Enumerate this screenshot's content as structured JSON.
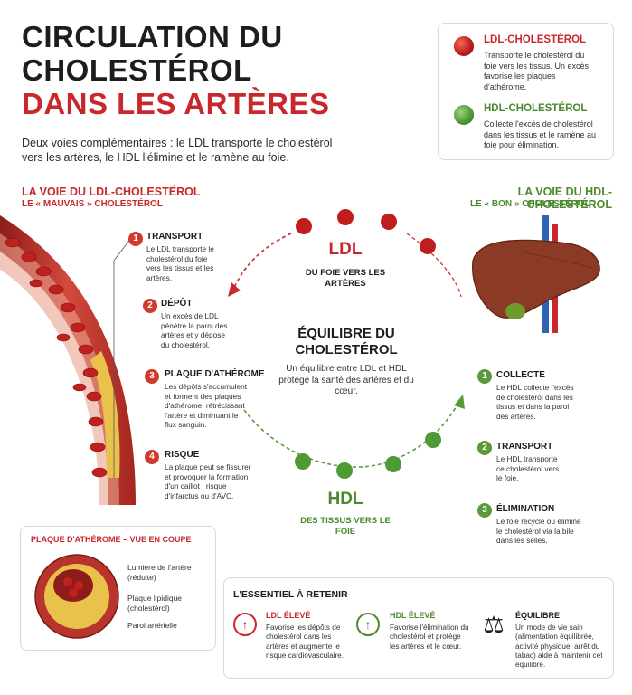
{
  "header": {
    "title_line1": "CIRCULATION DU",
    "title_line2": "CHOLESTÉROL",
    "title_line3": "DANS LES ARTÈRES",
    "subtitle": "Deux voies complémentaires : le LDL transporte le cholestérol vers les artères, le HDL l'élimine et le ramène au foie."
  },
  "legend": {
    "ldl_title": "LDL-CHOLESTÉROL",
    "ldl_text": "Transporte le cholestérol du foie vers les tissus. Un excès favorise les plaques d'athérome.",
    "hdl_title": "HDL-CHOLESTÉROL",
    "hdl_text": "Collecte l'excès de cholestérol dans les tissus et le ramène au foie pour élimination."
  },
  "ldl_path": {
    "title": "LA VOIE DU LDL-CHOLESTÉROL",
    "subtitle": "LE « MAUVAIS » CHOLESTÉROL",
    "steps": [
      {
        "num": "1",
        "title": "TRANSPORT",
        "text": "Le LDL transporte le cholestérol du foie vers les tissus et les artères."
      },
      {
        "num": "2",
        "title": "DÉPÔT",
        "text": "Un excès de LDL pénètre la paroi des artères et y dépose du cholestérol."
      },
      {
        "num": "3",
        "title": "PLAQUE D'ATHÉROME",
        "text": "Les dépôts s'accumulent et forment des plaques d'athérome, rétrécissant l'artère et diminuant le flux sanguin."
      },
      {
        "num": "4",
        "title": "RISQUE",
        "text": "La plaque peut se fissurer et provoquer la formation d'un caillot : risque d'infarctus ou d'AVC."
      }
    ]
  },
  "hdl_path": {
    "title": "LA VOIE DU HDL-CHOLESTÉROL",
    "subtitle": "LE « BON » CHOLESTÉROL",
    "steps": [
      {
        "num": "1",
        "title": "COLLECTE",
        "text": "Le HDL collecte l'excès de cholestérol dans les tissus et dans la paroi des artères."
      },
      {
        "num": "2",
        "title": "TRANSPORT",
        "text": "Le HDL transporte ce cholestérol vers le foie."
      },
      {
        "num": "3",
        "title": "ÉLIMINATION",
        "text": "Le foie recycle ou élimine le cholestérol via la bile dans les selles."
      }
    ]
  },
  "cycle": {
    "ldl_label": "LDL",
    "ldl_sub": "DU FOIE VERS LES ARTÈRES",
    "hdl_label": "HDL",
    "hdl_sub": "DES TISSUS VERS LE FOIE",
    "center_title": "ÉQUILIBRE DU CHOLESTÉROL",
    "center_text": "Un équilibre entre LDL et HDL protège la santé des artères et du cœur."
  },
  "plaque": {
    "title": "PLAQUE D'ATHÉROME – VUE EN COUPE",
    "label1": "Lumière de l'artère (réduite)",
    "label2": "Plaque lipidique (cholestérol)",
    "label3": "Paroi artérielle"
  },
  "essential": {
    "title": "L'ESSENTIEL À RETENIR",
    "items": [
      {
        "title": "LDL ÉLEVÉ",
        "text": "Favorise les dépôts de cholestérol dans les artères et augmente le risque cardiovasculaire.",
        "icon": "arrow-up-icon",
        "color": "#c8282b"
      },
      {
        "title": "HDL ÉLEVÉ",
        "text": "Favorise l'élimination du cholestérol et protège les artères et le cœur.",
        "icon": "arrow-up-icon",
        "color": "#4a8a2d"
      },
      {
        "title": "ÉQUILIBRE",
        "text": "Un mode de vie sain (alimentation équilibrée, activité physique, arrêt du tabac) aide à maintenir cet équilibre.",
        "icon": "balance-scale-icon",
        "color": "#1d1d1d"
      }
    ]
  },
  "colors": {
    "ldl": "#c8282b",
    "hdl": "#4a8a2d",
    "plaque": "#e8c24a",
    "artery": "#b8342c"
  }
}
